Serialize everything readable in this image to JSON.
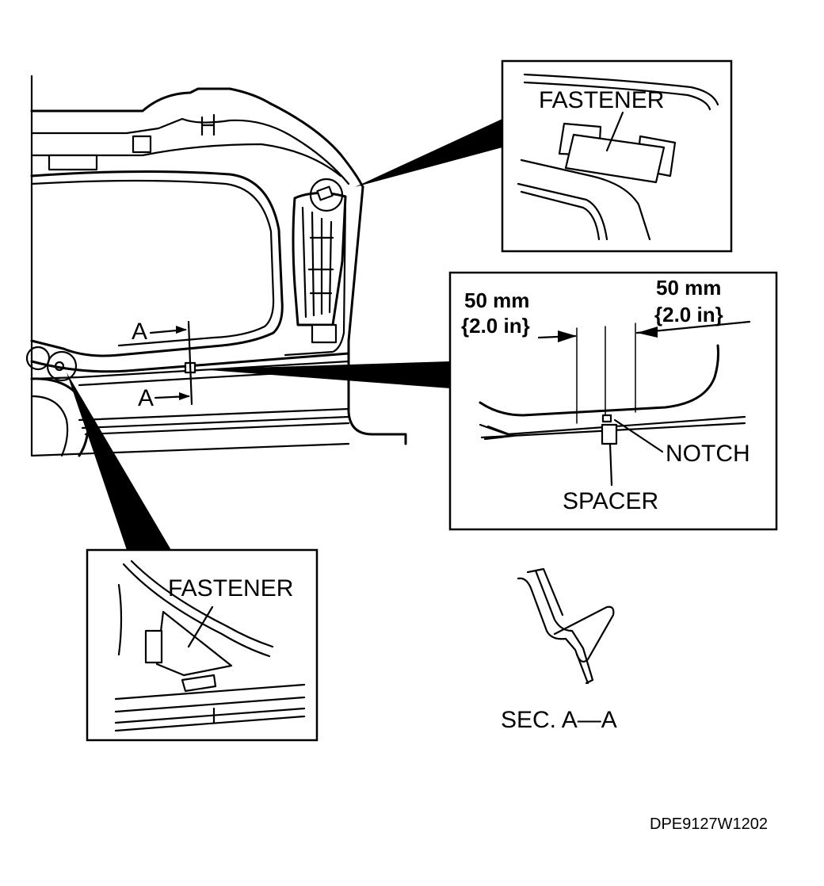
{
  "labels": {
    "fastener_top": "FASTENER",
    "fastener_bottom": "FASTENER",
    "dim_left_mm": "50 mm",
    "dim_left_in": "{2.0 in}",
    "dim_right_mm": "50 mm",
    "dim_right_in": "{2.0 in}",
    "notch": "NOTCH",
    "spacer": "SPACER",
    "section_marker_top": "A",
    "section_marker_bottom": "A",
    "section_caption": "SEC. A—A",
    "figure_code": "DPE9127W1202"
  },
  "colors": {
    "ink": "#000000",
    "paper": "#ffffff"
  }
}
